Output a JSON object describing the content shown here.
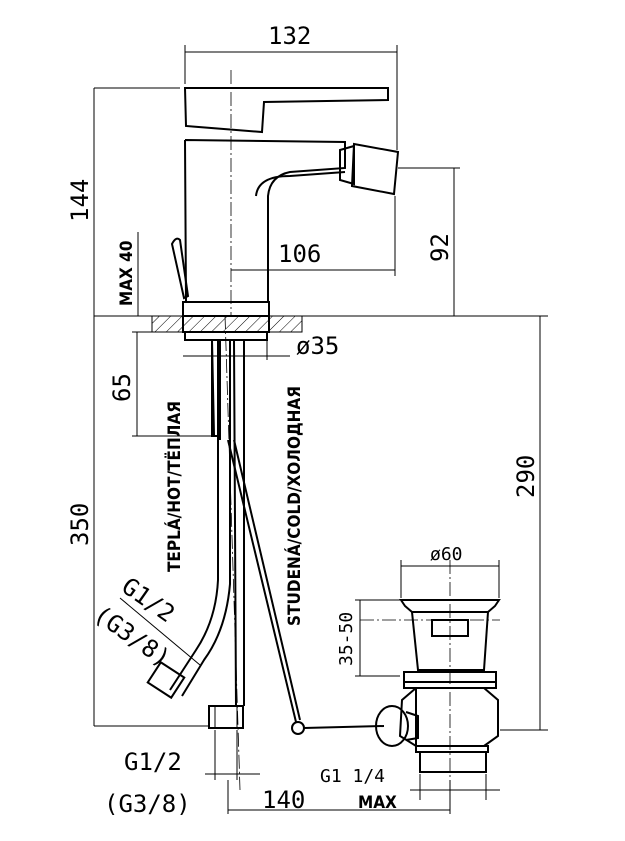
{
  "dimensions": {
    "width_top": "132",
    "height_total": "144",
    "max_height": "MAX 40",
    "spout_reach": "106",
    "spout_height": "92",
    "hole_diameter": "ø35",
    "dim_65": "65",
    "dim_350": "350",
    "dim_290": "290",
    "waste_diameter": "ø60",
    "waste_range": "35-50",
    "thread_g12": "G1/2",
    "thread_g38": "(G3/8)",
    "hose_thread_g12": "G1/2",
    "hose_thread_g38": "(G3/8)",
    "waste_thread": "G1 1/4",
    "dim_140": "140",
    "max_label": "MAX"
  },
  "labels": {
    "hot": "TEPLÁ/HOT/ТЁПЛАЯ",
    "cold": "STUDENÁ/COLD/ХОЛОДНАЯ"
  }
}
